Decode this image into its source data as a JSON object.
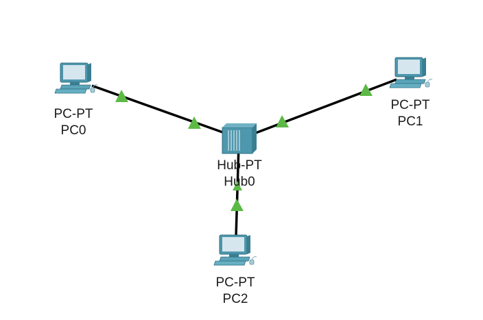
{
  "topology": {
    "devices": [
      {
        "id": "pc0",
        "type": "pc",
        "model": "PC-PT",
        "name": "PC0"
      },
      {
        "id": "pc1",
        "type": "pc",
        "model": "PC-PT",
        "name": "PC1"
      },
      {
        "id": "pc2",
        "type": "pc",
        "model": "PC-PT",
        "name": "PC2"
      },
      {
        "id": "hub0",
        "type": "hub",
        "model": "Hub-PT",
        "name": "Hub0"
      }
    ],
    "links": [
      {
        "from": "pc0",
        "to": "hub0",
        "status": "up"
      },
      {
        "from": "pc1",
        "to": "hub0",
        "status": "up"
      },
      {
        "from": "pc2",
        "to": "hub0",
        "status": "up"
      }
    ],
    "colors": {
      "link": "#000000",
      "link_up_indicator": "#5cb946",
      "device_body": "#4e97ad",
      "device_screen": "#d6e6ee",
      "label_text": "#1a1a1a"
    }
  }
}
